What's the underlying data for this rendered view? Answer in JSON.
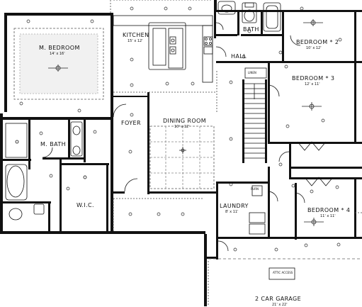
{
  "rooms": {
    "m_bedroom": {
      "name": "M. BEDROOM",
      "dim": "14' x 16'"
    },
    "kitchen": {
      "name": "KITCHEN",
      "dim": "15' x 12'"
    },
    "bath": {
      "name": "BATH"
    },
    "bedroom2": {
      "name": "BEDROOM * 2",
      "dim": "10' x 12'"
    },
    "hall": {
      "name": "HALL"
    },
    "bedroom3": {
      "name": "BEDROOM * 3",
      "dim": "12' x 11'"
    },
    "foyer": {
      "name": "FOYER"
    },
    "dining": {
      "name": "DINING ROOM",
      "dim": "10' x 12'"
    },
    "m_bath": {
      "name": "M. BATH"
    },
    "wic": {
      "name": "W.I.C."
    },
    "laundry": {
      "name": "LAUNDRY",
      "dim": "8' x 11'"
    },
    "bedroom4": {
      "name": "BEDROOM * 4",
      "dim": "11' x 11'"
    },
    "garage": {
      "name": "2 CAR GARAGE",
      "dim": "21' x 22'"
    }
  },
  "fixtures": {
    "linen": "LINEN",
    "attic": "ATTIC ACCESS",
    "furn": "FURN"
  },
  "colors": {
    "wall": "#111111",
    "dashed": "#444444",
    "background": "#ffffff"
  }
}
